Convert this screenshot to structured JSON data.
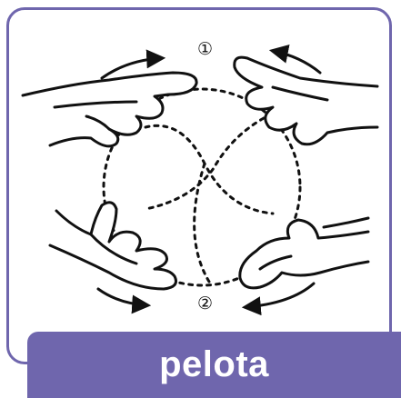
{
  "sign": {
    "word": "pelota",
    "steps": [
      "①",
      "②"
    ],
    "frame_color": "#6f66ad",
    "label_color": "#6f66ad",
    "icons": [
      "hands-ball-icon",
      "circular-motion-arrow-icon"
    ]
  }
}
